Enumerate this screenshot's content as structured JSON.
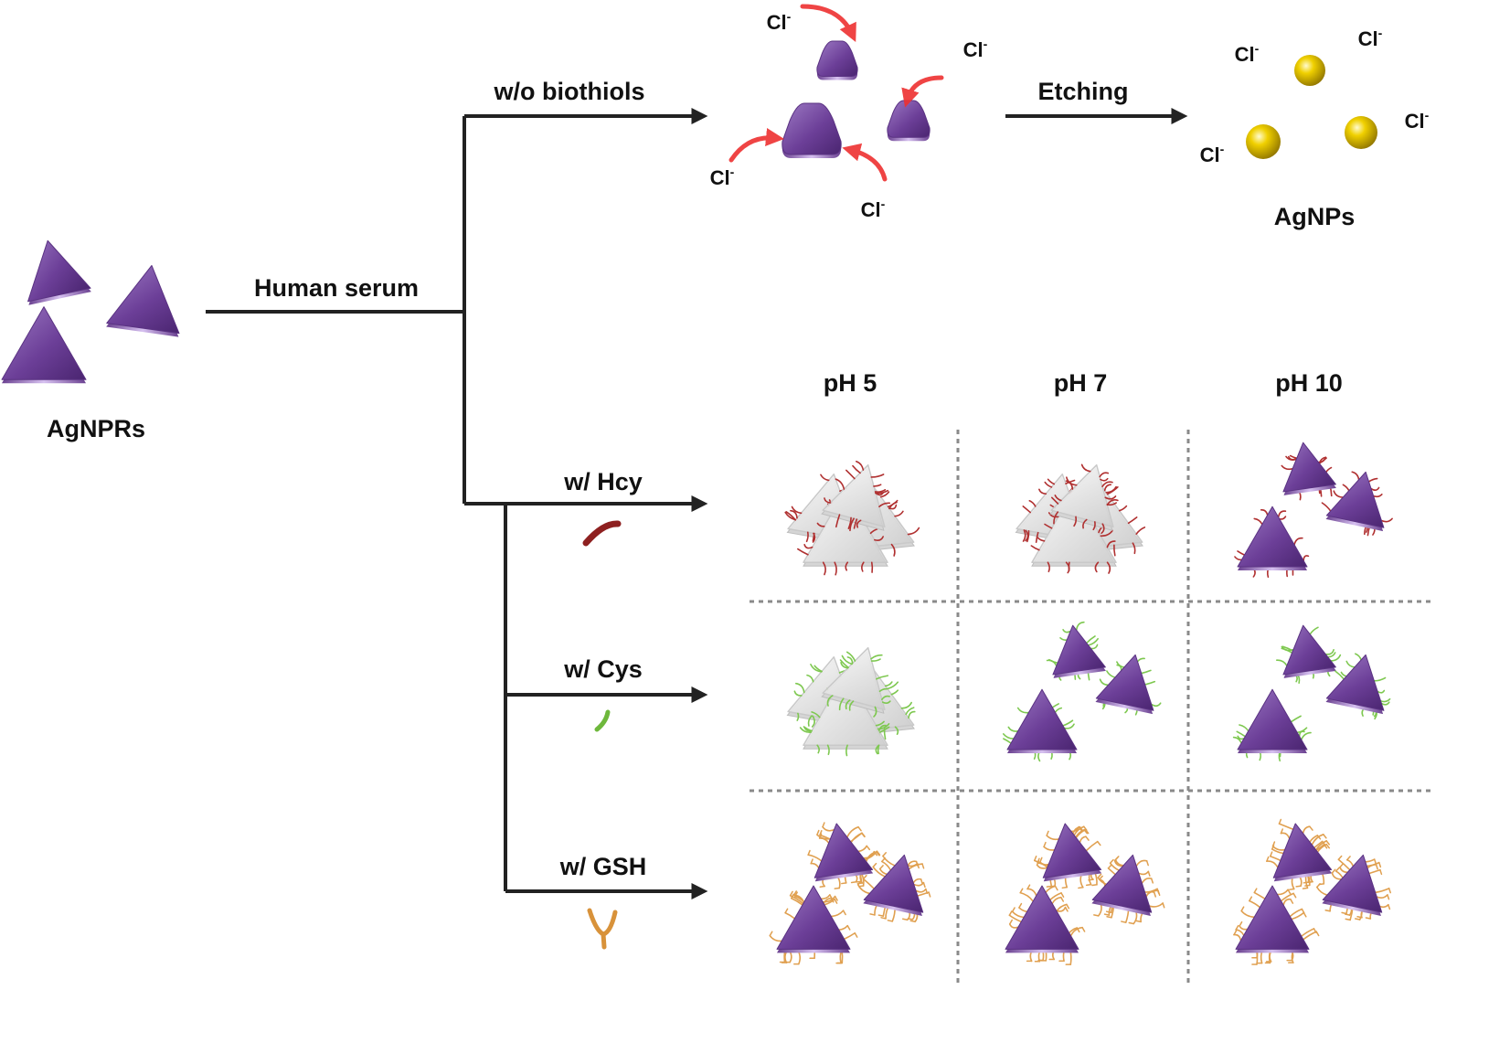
{
  "labels": {
    "agnprs": "AgNPRs",
    "human_serum": "Human serum",
    "wo_biothiols": "w/o biothiols",
    "etching": "Etching",
    "agnps": "AgNPs",
    "w_hcy": "w/ Hcy",
    "w_cys": "w/ Cys",
    "w_gsh": "w/ GSH"
  },
  "ion": {
    "base": "Cl",
    "charge": "-"
  },
  "columns": [
    "pH 5",
    "pH 7",
    "pH 10"
  ],
  "rows": [
    "Hcy",
    "Cys",
    "GSH"
  ],
  "grid_states": [
    [
      "aggregated",
      "aggregated",
      "dispersed"
    ],
    [
      "aggregated",
      "dispersed",
      "dispersed"
    ],
    [
      "dispersed",
      "dispersed",
      "dispersed"
    ]
  ],
  "colors": {
    "prism_purple": "#7a4aa6",
    "hcy": "#b03030",
    "cys": "#7ec850",
    "gsh": "#e0a050",
    "gold": "#d8b800",
    "arrow_red": "#ee3030"
  },
  "icons": [
    "triangle-prism-icon",
    "etched-prism-icon",
    "gold-sphere-icon",
    "hcy-molecule-icon",
    "cys-molecule-icon",
    "gsh-molecule-icon",
    "red-curved-arrow-icon"
  ]
}
